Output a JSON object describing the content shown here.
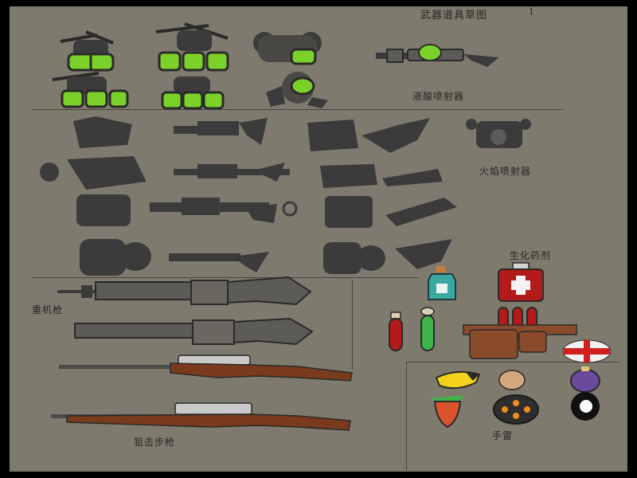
{
  "sheet": {
    "title": "武器道具草图",
    "page_number": "1",
    "labels": {
      "acid_sprayer": "液酸喷射器",
      "flamethrower": "火焰喷射器",
      "biochem": "生化药剂",
      "heavy_machine_gun": "重机枪",
      "sniper_rifle": "狙击步枪",
      "grenade": "手雷"
    }
  },
  "colors": {
    "background": "#7f7a6e",
    "frame": "#000000",
    "metal_dark": "#3b3b3b",
    "metal_mid": "#5d5b57",
    "acid_green": "#7bd12a",
    "wood": "#7a3a1c",
    "blood_red": "#b31a1a",
    "teal": "#3aa7a0"
  },
  "icons": [
    "acid-tank-icon",
    "acid-gun-icon",
    "flame-tank-icon",
    "flamethrower-icon",
    "machine-gun-icon",
    "sniper-rifle-icon",
    "potion-bottle-icon",
    "medkit-icon",
    "test-tube-icon",
    "vial-belt-icon",
    "red-cross-icon",
    "banana-grenade-icon",
    "egg-grenade-icon",
    "eight-ball-grenade-icon",
    "strawberry-grenade-icon",
    "mine-grenade-icon"
  ]
}
